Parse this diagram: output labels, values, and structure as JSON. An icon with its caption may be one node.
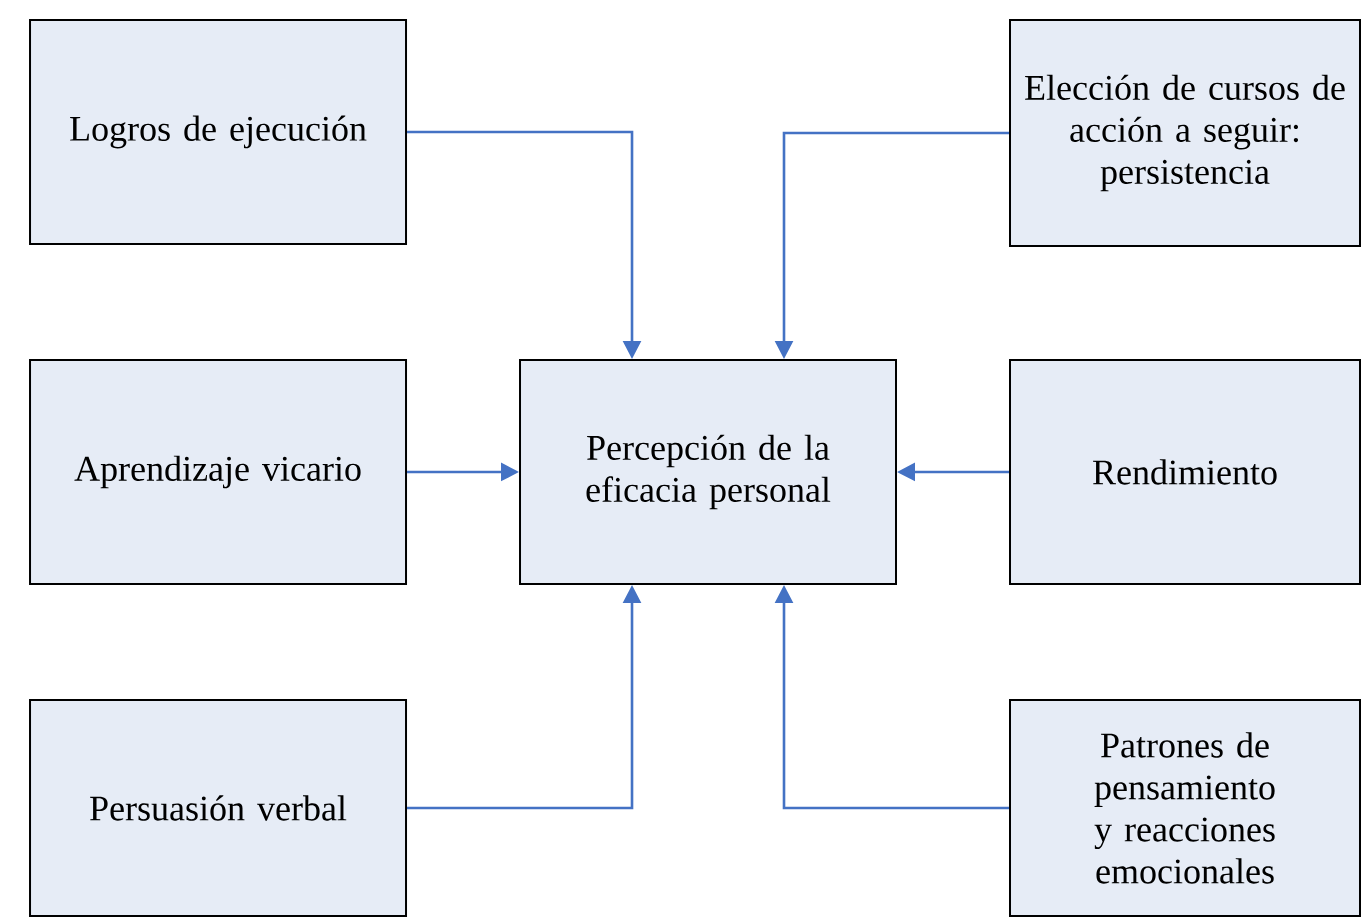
{
  "diagram": {
    "nodes": [
      {
        "text": [
          "Logros de ejecución"
        ]
      },
      {
        "text": [
          "Elección de cursos de acción a seguir: persistencia"
        ]
      },
      {
        "text": [
          "Aprendizaje vicario"
        ]
      },
      {
        "text": [
          "Percepción de la eficacia personal"
        ]
      },
      {
        "text": [
          "Rendimiento"
        ]
      },
      {
        "text": [
          "Persuasión verbal"
        ]
      },
      {
        "text": [
          "Patrones de pensamiento y reacciones emocionales"
        ]
      }
    ],
    "edges": [
      {
        "from": 0,
        "to": 3,
        "arrow": "to"
      },
      {
        "from": 1,
        "to": 3,
        "arrow": "to"
      },
      {
        "from": 2,
        "to": 3,
        "arrow": "to"
      },
      {
        "from": 4,
        "to": 3,
        "arrow": "to"
      },
      {
        "from": 5,
        "to": 3,
        "arrow": "to"
      },
      {
        "from": 6,
        "to": 3,
        "arrow": "to"
      }
    ]
  }
}
